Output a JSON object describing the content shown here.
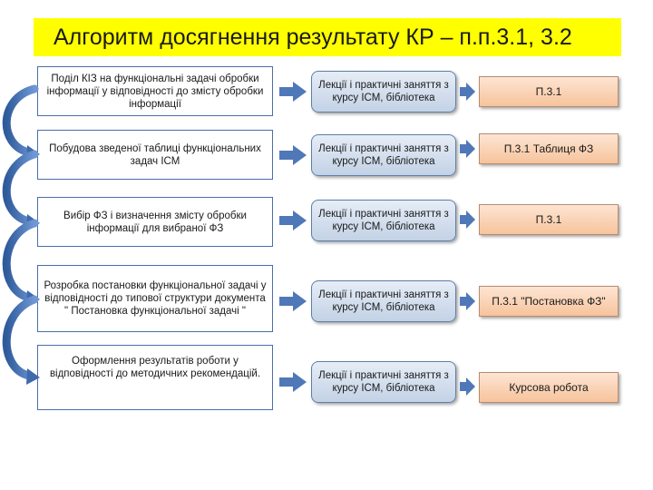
{
  "title": "Алгоритм досягнення результату КР – п.п.3.1, 3.2",
  "steps": [
    {
      "task": "Поділ КІЗ на функціональні задачі обробки інформації у відповідності до змісту обробки інформації",
      "lesson": "Лекції і практичні заняття з курсу ІСМ, бібліотека",
      "ref": "П.3.1"
    },
    {
      "task": "Побудова зведеної таблиці функціональних задач ІСМ",
      "lesson": "Лекції і практичні заняття з курсу ІСМ, бібліотека",
      "ref": "П.3.1 Таблиця ФЗ"
    },
    {
      "task": "Вибір ФЗ і визначення змісту обробки інформації для вибраної ФЗ",
      "lesson": "Лекції і практичні заняття з курсу ІСМ, бібліотека",
      "ref": "П.3.1"
    },
    {
      "task": "Розробка постановки функціональної задачі у відповідності до типової структури документа \" Постановка функціональної задачі \"",
      "lesson": "Лекції і практичні заняття з курсу ІСМ, бібліотека",
      "ref": "П.3.1 \"Постановка ФЗ\""
    },
    {
      "task": "Оформлення результатів роботи у відповідності до методичних рекомендацій.",
      "lesson": "Лекції і практичні заняття з курсу ІСМ, бібліотека",
      "ref": "Курсова робота"
    }
  ],
  "colors": {
    "title_bg": "#ffff00",
    "task_border": "#4a6ea9",
    "lesson_fill": "#c3d2e6",
    "ref_fill": "#f7c39c",
    "arrow": "#4f78b8"
  },
  "icons": [
    "curved-arrow-icon",
    "right-arrow-icon"
  ]
}
